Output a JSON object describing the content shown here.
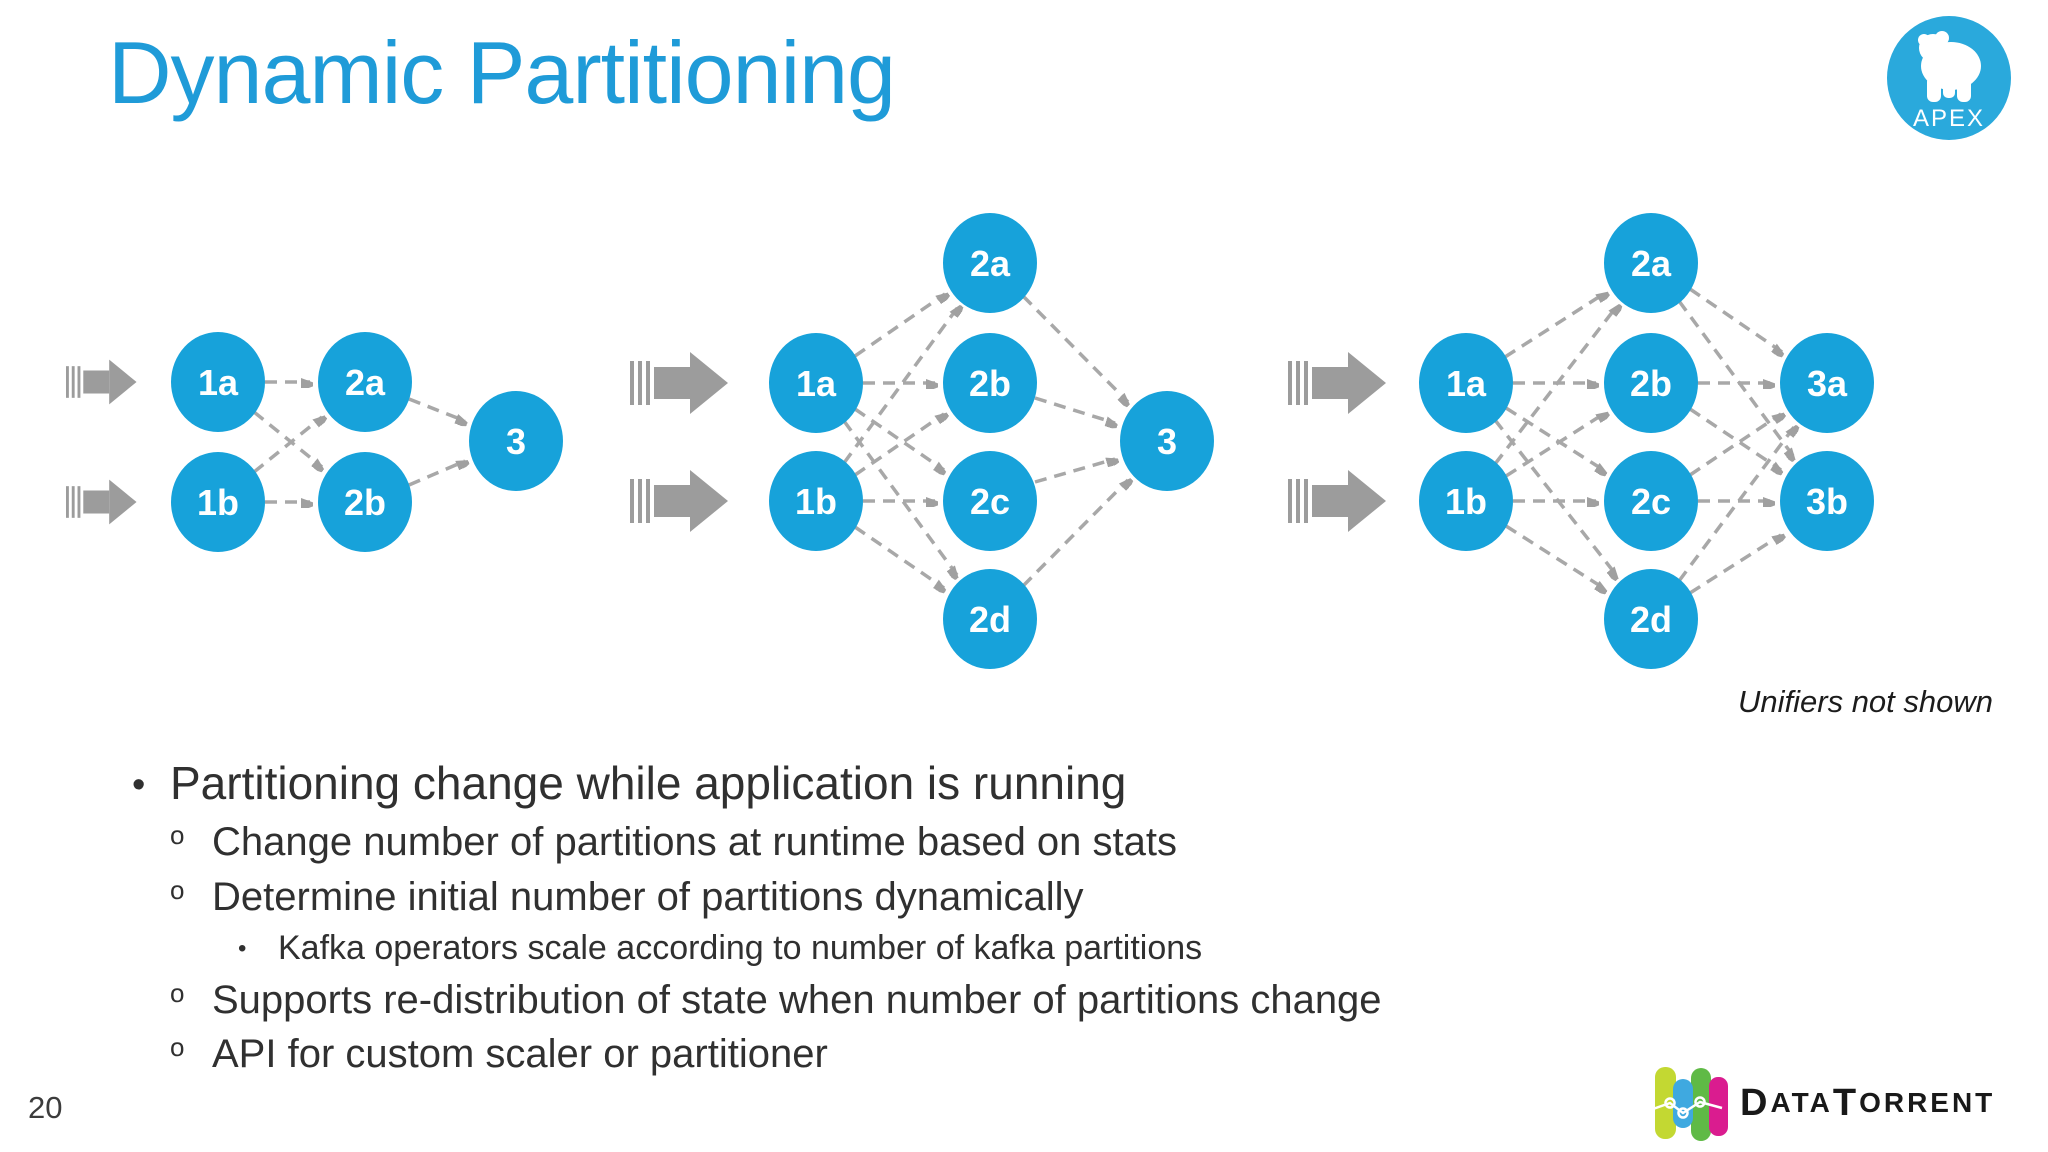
{
  "slide": {
    "title": "Dynamic Partitioning",
    "caption": "Unifiers not shown",
    "page_number": "20"
  },
  "apex_logo": {
    "label": "APEX"
  },
  "datatorrent_logo": {
    "name": "DataTorrent",
    "part1": "D",
    "part2": "ATA",
    "part3": "T",
    "part4": "ORRENT"
  },
  "bullets": [
    {
      "level": 1,
      "marker": "•",
      "text": "Partitioning change while application is running"
    },
    {
      "level": 2,
      "marker": "o",
      "text": "Change number of partitions at runtime based on stats"
    },
    {
      "level": 2,
      "marker": "o",
      "text": "Determine initial number of partitions dynamically"
    },
    {
      "level": 3,
      "marker": "•",
      "text": "Kafka operators scale according to number of kafka partitions"
    },
    {
      "level": 2,
      "marker": "o",
      "text": "Supports re-distribution of state when number of partitions change"
    },
    {
      "level": 2,
      "marker": "o",
      "text": "API for custom scaler or partitioner"
    }
  ],
  "diagrams": [
    {
      "description": "initial partitioning: 2 inputs, 2 partitions, 1 unifier",
      "nodes": [
        {
          "label": "1a"
        },
        {
          "label": "1b"
        },
        {
          "label": "2a"
        },
        {
          "label": "2b"
        },
        {
          "label": "3"
        }
      ],
      "edges": [
        "1a→2a",
        "1a→2b",
        "1b→2a",
        "1b→2b",
        "2a→3",
        "2b→3"
      ]
    },
    {
      "description": "scaled up: 2 inputs, 4 partitions, 1 downstream",
      "nodes": [
        {
          "label": "1a"
        },
        {
          "label": "1b"
        },
        {
          "label": "2a"
        },
        {
          "label": "2b"
        },
        {
          "label": "2c"
        },
        {
          "label": "2d"
        },
        {
          "label": "3"
        }
      ],
      "edges": [
        "1a→2a",
        "1a→2b",
        "1a→2c",
        "1a→2d",
        "1b→2a",
        "1b→2b",
        "1b→2c",
        "1b→2d",
        "2a→3",
        "2b→3",
        "2c→3",
        "2d→3"
      ]
    },
    {
      "description": "scaled up downstream: 2 inputs, 4 partitions, 2 downstream partitions",
      "nodes": [
        {
          "label": "1a"
        },
        {
          "label": "1b"
        },
        {
          "label": "2a"
        },
        {
          "label": "2b"
        },
        {
          "label": "2c"
        },
        {
          "label": "2d"
        },
        {
          "label": "3a"
        },
        {
          "label": "3b"
        }
      ],
      "edges": [
        "1a→2a",
        "1a→2b",
        "1a→2c",
        "1a→2d",
        "1b→2a",
        "1b→2b",
        "1b→2c",
        "1b→2d",
        "2a→3a",
        "2b→3a",
        "2c→3a",
        "2d→3a",
        "2a→3b",
        "2b→3b",
        "2c→3b",
        "2d→3b"
      ]
    }
  ],
  "colors": {
    "title_blue": "#1f9bd8",
    "node_blue": "#17a2da",
    "node_text": "#ffffff",
    "arrow_gray": "#9c9c9c",
    "edge_gray": "#a8a8a8",
    "body_text": "#303030",
    "apex_circle_blue": "#2aa9dc",
    "dt_yellow_green": "#c3d832",
    "dt_blue": "#3fa9e0",
    "dt_green": "#5fba46",
    "dt_magenta": "#da1c8f",
    "dt_text": "#191919"
  }
}
